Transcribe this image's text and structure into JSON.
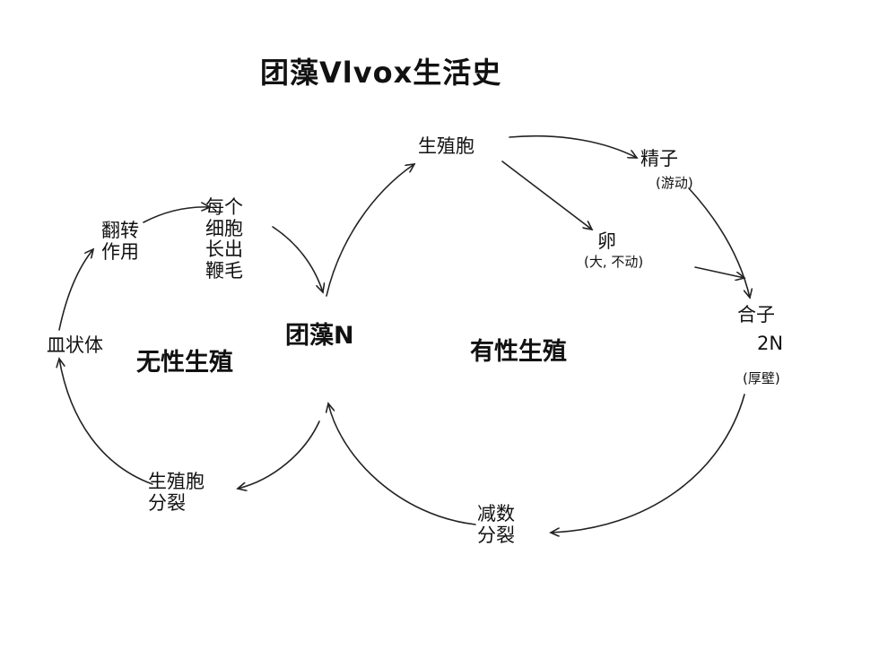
{
  "title": "团藻Vlvox生活史",
  "center_node": "团藻N",
  "asexual": {
    "label": "无性生殖",
    "stage_flagella": "每个\n细胞\n长出\n鞭毛",
    "stage_inversion": "翻转\n作用",
    "stage_bowl": "皿状体",
    "stage_division": "生殖胞\n分裂"
  },
  "sexual": {
    "label": "有性生殖",
    "gonidium": "生殖胞",
    "sperm": "精子",
    "sperm_note": "(游动)",
    "egg": "卵",
    "egg_note": "(大, 不动)",
    "zygote": "合子",
    "zygote_ploidy": "2N",
    "zygote_note": "(厚壁)",
    "meiosis": "减数\n分裂"
  }
}
